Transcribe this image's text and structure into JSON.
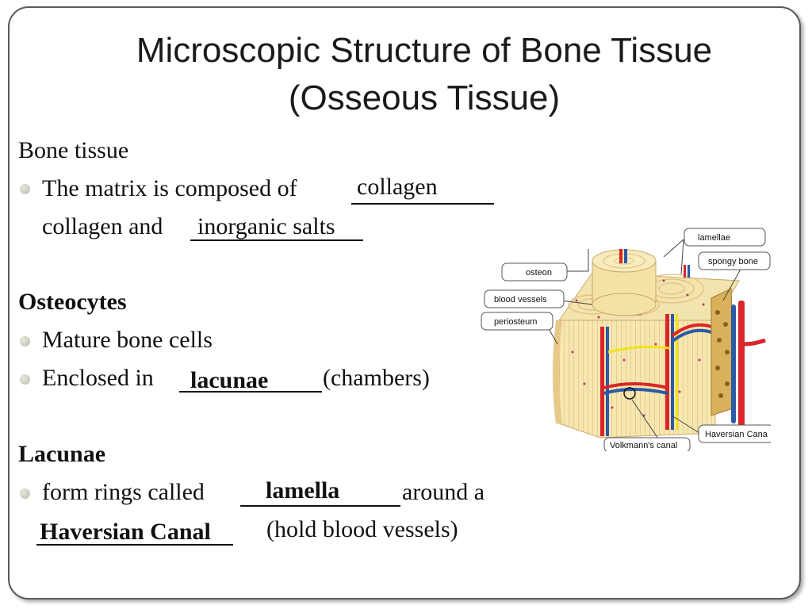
{
  "slide": {
    "title_line1": "Microscopic Structure of Bone Tissue",
    "title_line2": "(Osseous Tissue)"
  },
  "content": {
    "bone_tissue_heading": "Bone tissue",
    "matrix_text": "The matrix is composed of",
    "matrix_answer": "collagen",
    "collagen_and": "collagen and",
    "salts_answer": "inorganic salts",
    "osteocytes_heading": "Osteocytes",
    "mature_cells": "Mature bone cells",
    "enclosed_in": "Enclosed in",
    "lacunae_answer": "lacunae",
    "chambers": "(chambers)",
    "lacunae_heading": "Lacunae",
    "form_rings": "form rings called",
    "lamella_answer": "lamella",
    "around_a": "around a",
    "haversian_answer": "Haversian Canal",
    "hold_vessels": "(hold blood vessels)"
  },
  "diagram": {
    "labels": {
      "lamellae": "lamellae",
      "spongy_bone": "spongy bone",
      "osteon": "osteon",
      "blood_vessels": "blood vessels",
      "periosteum": "periosteum",
      "haversian_canal": "Haversian Cana",
      "volkmanns_canal": "Volkmann's canal"
    },
    "colors": {
      "bone": "#f4e6a8",
      "bone_dark": "#e8c98a",
      "vessel_red": "#d8262a",
      "vessel_blue": "#2a5aa8",
      "nerve_yellow": "#f2e21a",
      "spongy": "#b89040",
      "cell_pink": "#c0307a"
    }
  }
}
